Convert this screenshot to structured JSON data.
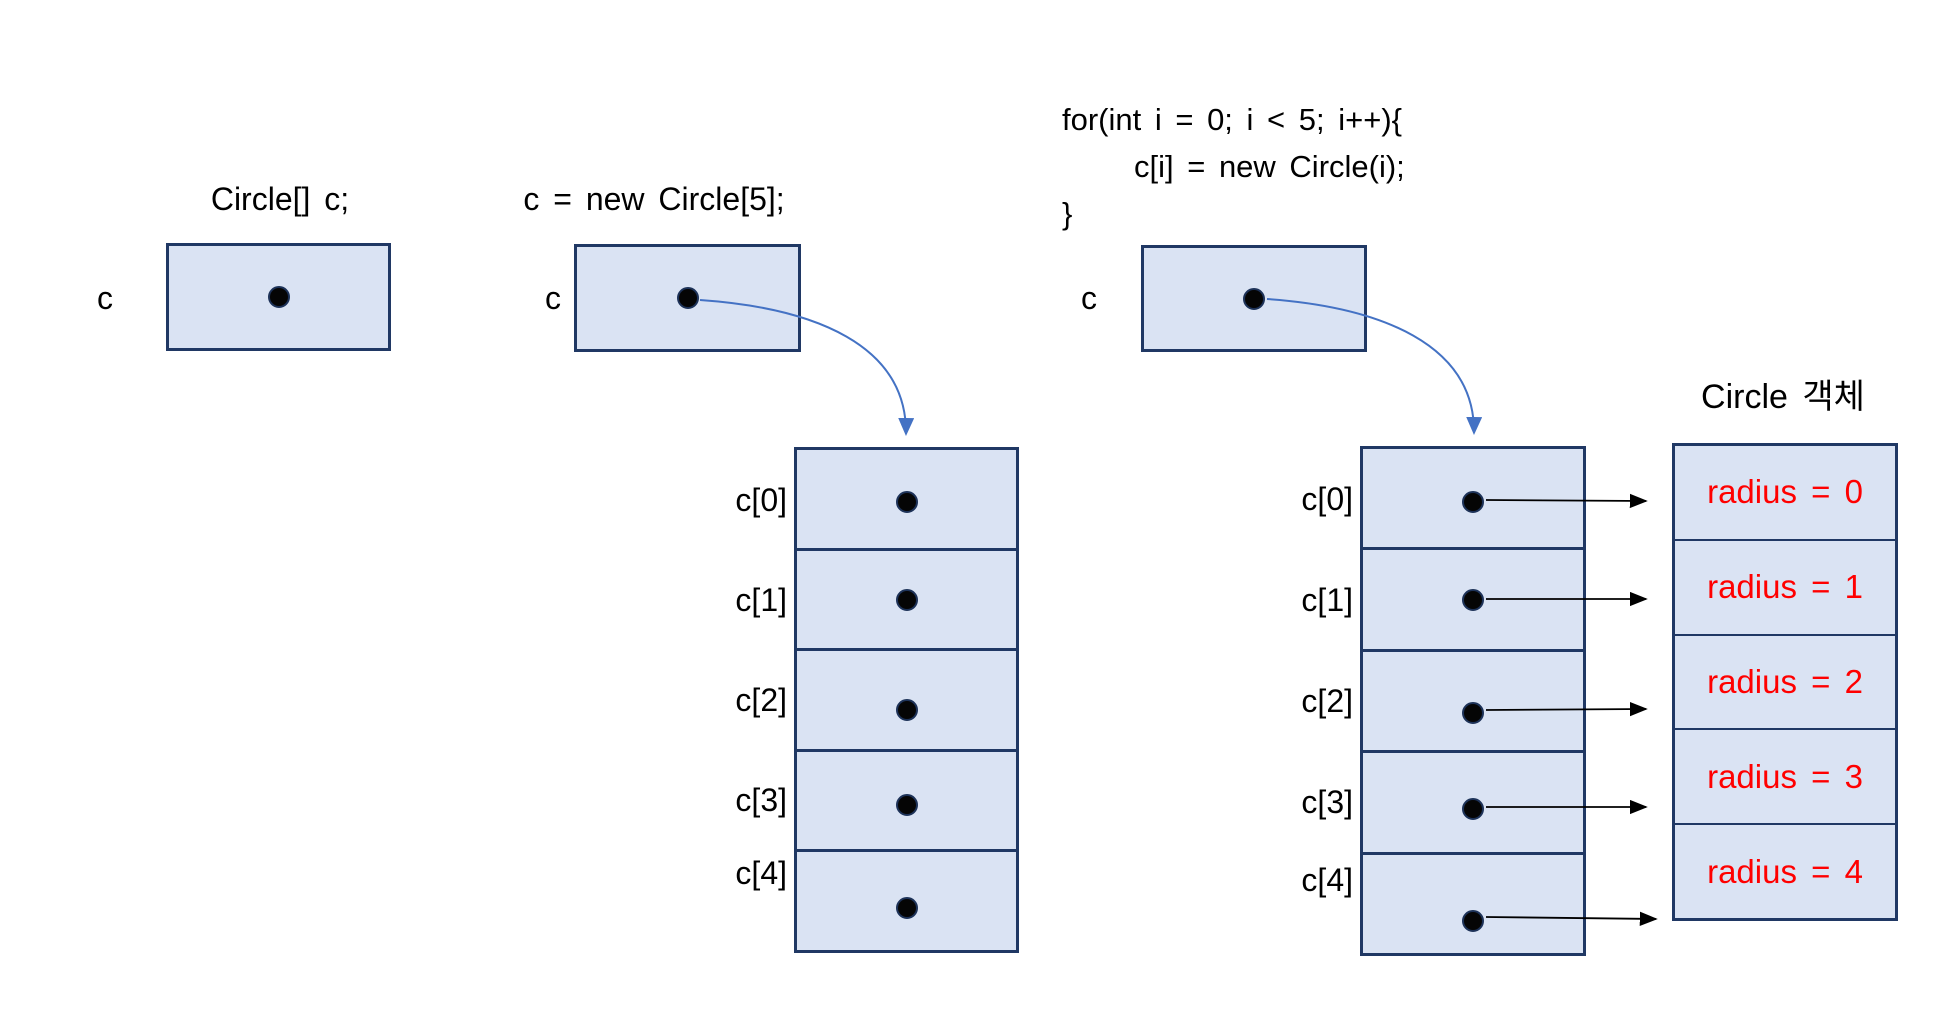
{
  "colors": {
    "background": "#ffffff",
    "box_fill": "#dae3f3",
    "box_border": "#203864",
    "pointer_arrow_blue": "#4472c4",
    "pointer_arrow_black": "#000000",
    "radius_text_red": "#ff0000",
    "text": "#000000"
  },
  "step1": {
    "title": "Circle[] c;",
    "var_label": "c"
  },
  "step2": {
    "title": "c = new Circle[5];",
    "var_label": "c",
    "array_labels": [
      "c[0]",
      "c[1]",
      "c[2]",
      "c[3]",
      "c[4]"
    ]
  },
  "step3": {
    "code_lines": [
      "for(int i = 0; i < 5; i++){",
      "c[i] = new Circle(i);",
      "}"
    ],
    "var_label": "c",
    "array_labels": [
      "c[0]",
      "c[1]",
      "c[2]",
      "c[3]",
      "c[4]"
    ],
    "objects_title": "Circle 객체",
    "object_values": [
      "radius = 0",
      "radius = 1",
      "radius = 2",
      "radius = 3",
      "radius = 4"
    ]
  }
}
